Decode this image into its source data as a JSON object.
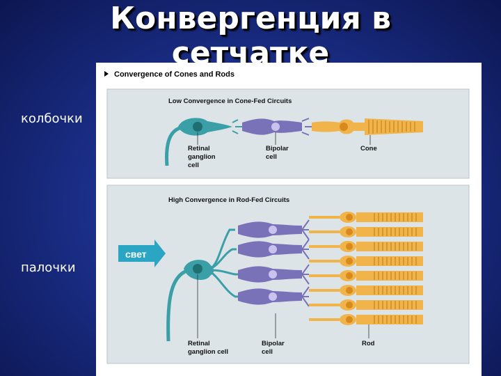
{
  "slide": {
    "title_line1": "Конвергенция в",
    "title_line2": "сетчатке",
    "label_cones": "колбочки",
    "label_rods": "палочки",
    "light_label": "свет"
  },
  "figure": {
    "heading": "Convergence of Cones and Rods",
    "top_panel": {
      "title": "Low Convergence in Cone-Fed Circuits",
      "ganglion_label": [
        "Retinal",
        "ganglion",
        "cell"
      ],
      "bipolar_label": [
        "Bipolar",
        "cell"
      ],
      "cone_label": "Cone"
    },
    "bottom_panel": {
      "title": "High Convergence in Rod-Fed Circuits",
      "ganglion_label": [
        "Retinal",
        "ganglion cell"
      ],
      "bipolar_label": [
        "Bipolar",
        "cell"
      ],
      "rod_label": "Rod"
    }
  },
  "colors": {
    "background": "#1b2f8a",
    "panel": "#dce4e8",
    "ganglion": "#3a9fa6",
    "bipolar": "#7a72b8",
    "photoreceptor": "#f0b44a",
    "light_arrow": "#2aa6c4"
  }
}
